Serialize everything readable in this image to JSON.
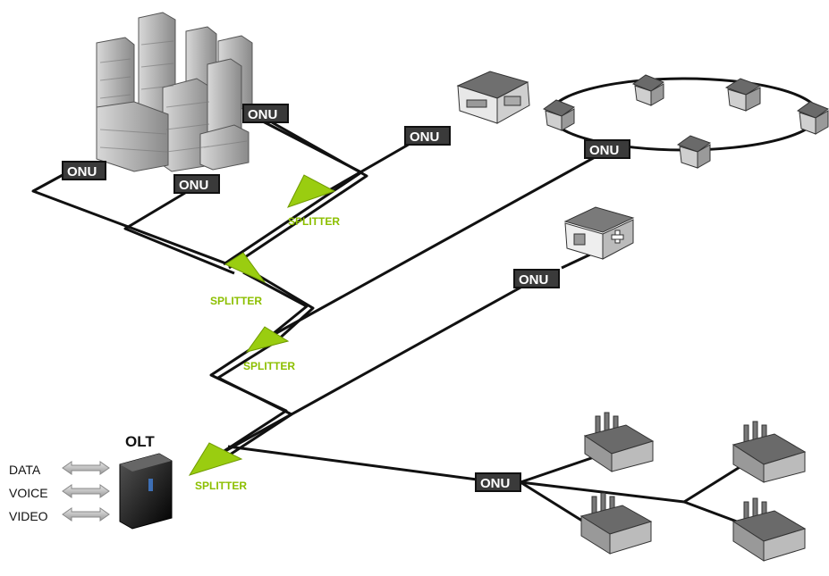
{
  "olt": {
    "label": "OLT"
  },
  "services": [
    "DATA",
    "VOICE",
    "VIDEO"
  ],
  "onu_label": "ONU",
  "splitter_label": "SPLITTER",
  "colors": {
    "splitter": "#9acd10",
    "splitter_text": "#8cbf00",
    "onu_box": "#3a3a3a",
    "fiber": "#111111"
  }
}
